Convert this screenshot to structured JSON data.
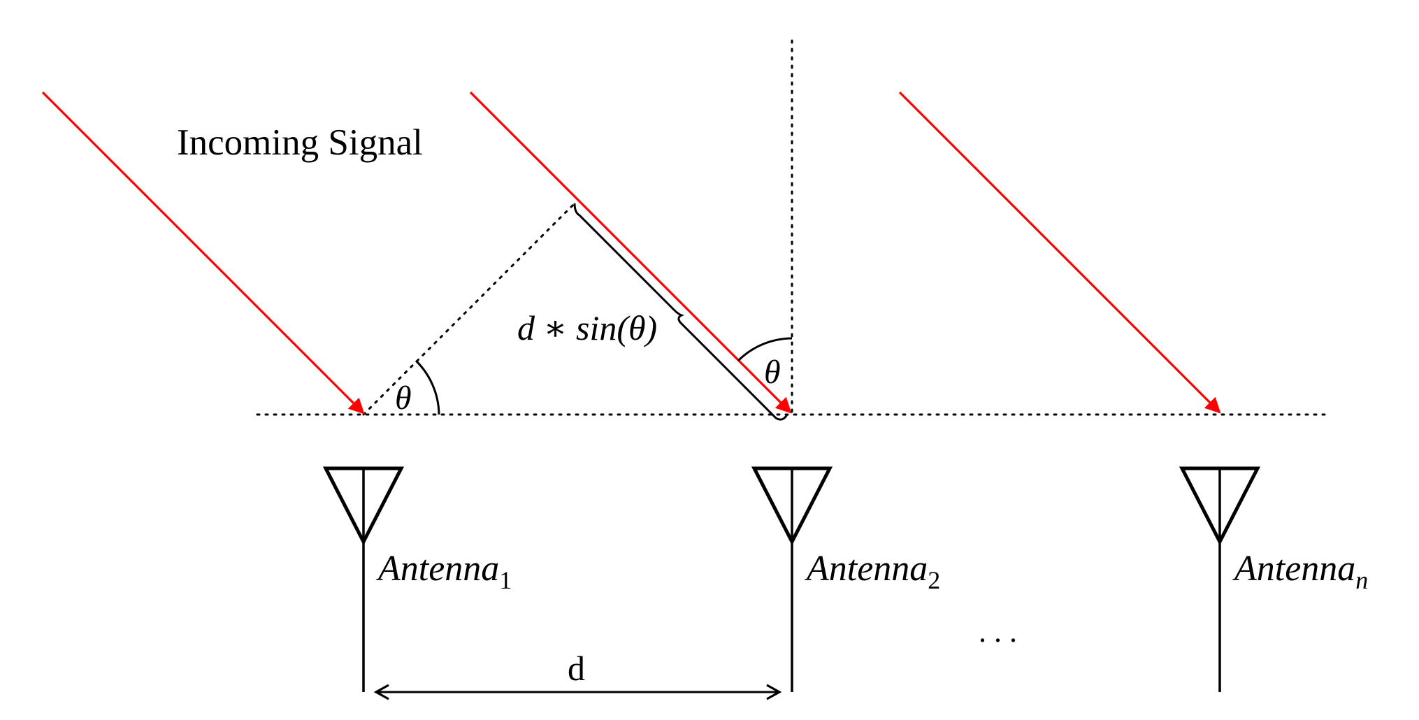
{
  "diagram": {
    "signal_label": "Incoming Signal",
    "path_difference_label": "d ∗ sin(θ)",
    "angle_label_left": "θ",
    "angle_label_right": "θ",
    "spacing_label": "d",
    "ellipsis": ". . .",
    "antennas": [
      {
        "name": "Antenna",
        "subscript": "1"
      },
      {
        "name": "Antenna",
        "subscript": "2"
      },
      {
        "name": "Antenna",
        "subscript": "n"
      }
    ]
  },
  "colors": {
    "signal": "#ff0000",
    "ink": "#000000",
    "background": "#ffffff"
  }
}
